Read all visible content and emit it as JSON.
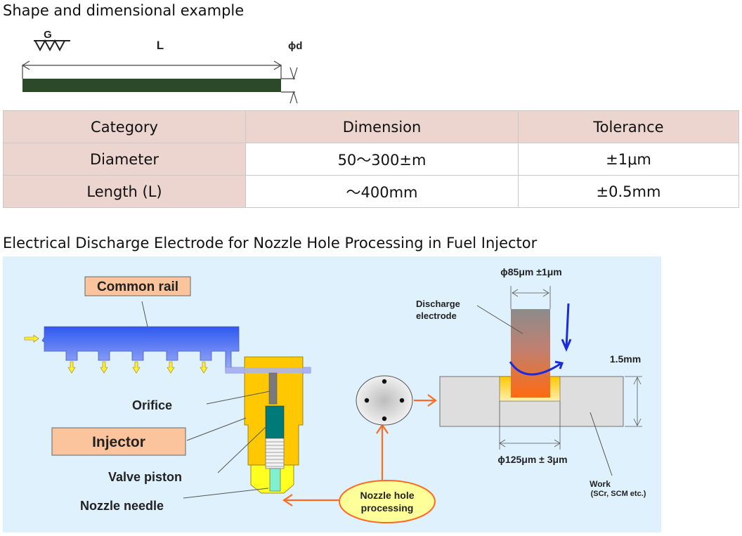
{
  "section1": {
    "heading": "Shape and dimensional example",
    "figure": {
      "label_grind": "G",
      "label_length": "L",
      "label_diameter": "ϕd"
    },
    "table": {
      "headers": [
        "Category",
        "Dimension",
        "Tolerance"
      ],
      "rows": [
        {
          "category": "Diameter",
          "dimension": "50〜300±m",
          "tolerance": "±1μm"
        },
        {
          "category": "Length (L)",
          "dimension": "〜400mm",
          "tolerance": "±0.5mm"
        }
      ]
    }
  },
  "section2": {
    "heading": "Electrical Discharge Electrode for Nozzle Hole Processing in Fuel Injector",
    "diagram": {
      "common_rail": "Common rail",
      "orifice": "Orifice",
      "injector": "Injector",
      "valve_piston": "Valve piston",
      "nozzle_needle": "Nozzle needle",
      "nozzle_hole_processing_line1": "Nozzle hole",
      "nozzle_hole_processing_line2": "processing",
      "electrode_diameter": "ϕ85μm ±1μm",
      "discharge_electrode_line1": "Discharge",
      "discharge_electrode_line2": "electrode",
      "thickness": "1.5mm",
      "hole_diameter": "ϕ125μm ± 3μm",
      "work_line1": "Work",
      "work_line2": "(SCr, SCM etc.)"
    },
    "colors": {
      "background": "#dff1fd",
      "rail_blue": "#3b63f0",
      "injector_yellow": "#ffc800",
      "label_box": "#fcc49c",
      "arrow_orange": "#ff6a20",
      "electrode_gray": "#8e8e8e",
      "electrode_orange": "#ff6a10"
    }
  }
}
